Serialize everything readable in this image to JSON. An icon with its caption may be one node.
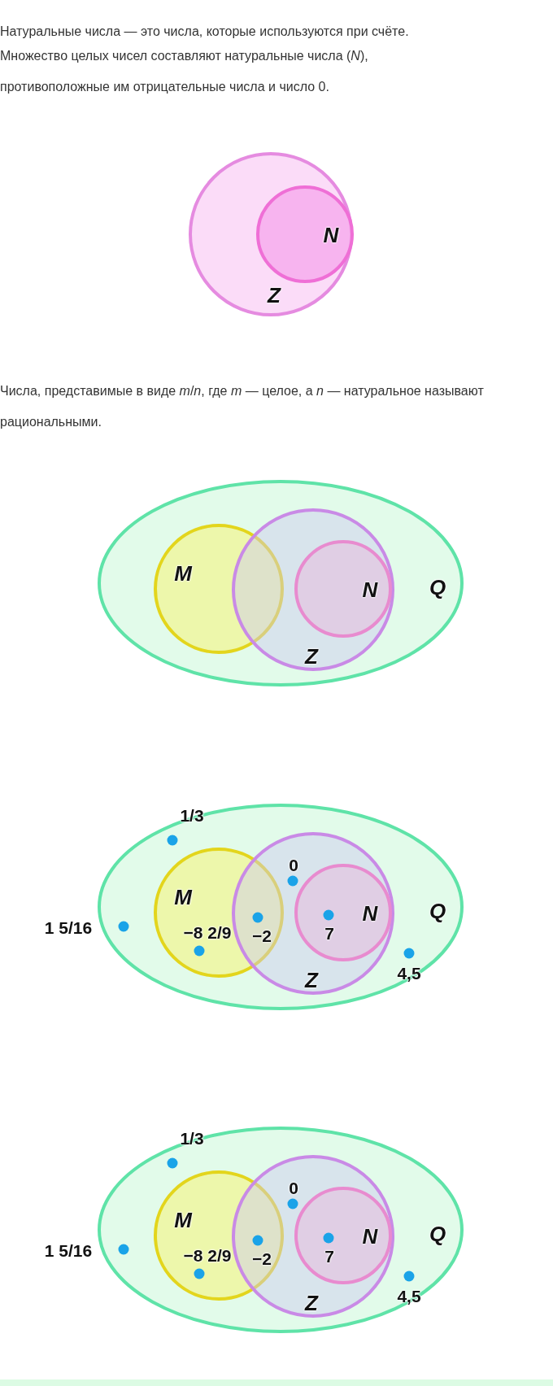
{
  "diagram": {
    "nodes": [
      {
        "text": [
          "Z"
        ]
      },
      {
        "text": [
          "N"
        ],
        "in": 0
      },
      {
        "text": [
          "Q"
        ]
      },
      {
        "text": [
          "M"
        ],
        "in": 2
      },
      {
        "text": [
          "Z"
        ],
        "in": 2
      },
      {
        "text": [
          "N"
        ],
        "in": 4
      },
      {
        "text": [
          "Q"
        ]
      },
      {
        "text": [
          "M"
        ],
        "in": 6
      },
      {
        "text": [
          "Z"
        ],
        "in": 6
      },
      {
        "text": [
          "N"
        ],
        "in": 8
      },
      {
        "text": [
          "Q"
        ]
      },
      {
        "text": [
          "M"
        ],
        "in": 10
      },
      {
        "text": [
          "Z"
        ],
        "in": 10
      },
      {
        "text": [
          "N"
        ],
        "in": 12
      }
    ],
    "labels": [
      "Натуральные числа — это числа, которые используются при счёте.",
      "Множество целых чисел составляют натуральные числа (*N*), противоположные им отрицательные числа и число 0.",
      "Числа, представимые в виде *m*/*n*, где *m* — целое, а *n* — натуральное называют рациональными.",
      "1/3",
      "0",
      "1 5/16",
      "−8 2/9",
      "−2",
      "7",
      "4,5",
      "1/3",
      "0",
      "1 5/16",
      "−8 2/9",
      "−2",
      "7",
      "4,5"
    ]
  }
}
